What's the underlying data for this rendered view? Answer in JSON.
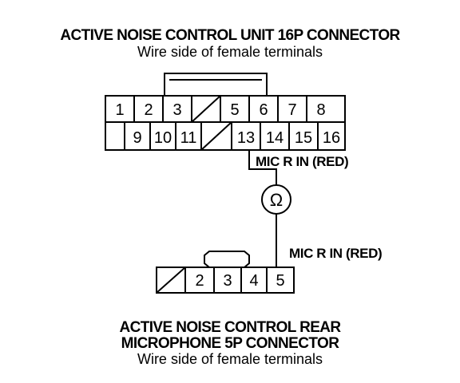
{
  "top_connector": {
    "title": "ACTIVE NOISE CONTROL UNIT 16P CONNECTOR",
    "subtitle": "Wire side of female terminals",
    "row1": [
      "1",
      "2",
      "3",
      "",
      "5",
      "6",
      "7",
      "8"
    ],
    "row2": [
      "",
      "9",
      "10",
      "11",
      "",
      "13",
      "14",
      "15",
      "16"
    ]
  },
  "bottom_connector": {
    "title_line1": "ACTIVE NOISE CONTROL REAR",
    "title_line2": "MICROPHONE 5P CONNECTOR",
    "subtitle": "Wire side of female terminals",
    "pins": [
      "",
      "2",
      "3",
      "4",
      "5"
    ]
  },
  "wires": {
    "upper_label": "MIC R IN (RED)",
    "lower_label": "MIC R IN (RED)"
  },
  "meter": {
    "symbol": "Ω"
  }
}
